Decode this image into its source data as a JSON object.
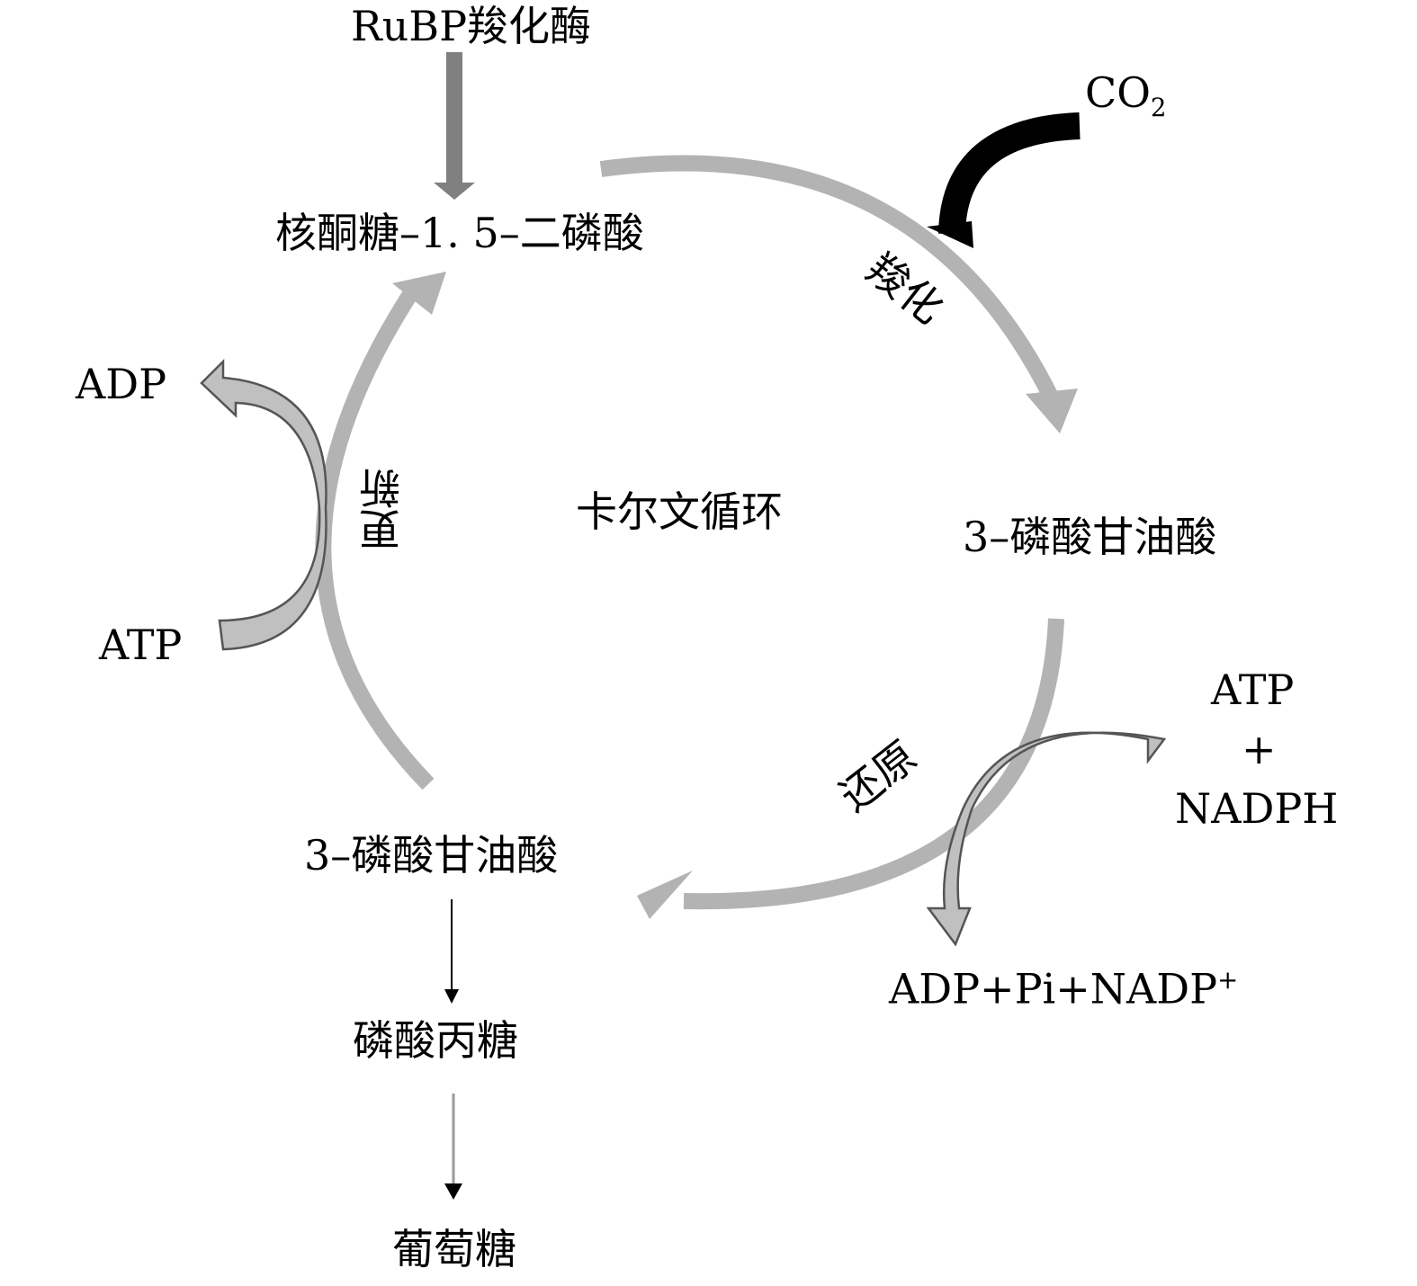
{
  "labels": {
    "enzyme": "RuBP羧化酶",
    "rubp": "核酮糖–1. 5–二磷酸",
    "co2_main": "CO",
    "co2_sub": "2",
    "carboxylation": "羧化",
    "pga_right": "3–磷酸甘油酸",
    "cycle_name": "卡尔文循环",
    "regeneration": "更新",
    "adp_left": "ADP",
    "atp_left": "ATP",
    "atp_right": "ATP",
    "plus": "+",
    "nadph": "NADPH",
    "reduction": "还原",
    "products_main": "ADP+Pi+NADP",
    "products_sup": "+",
    "pga_bottom": "3–磷酸甘油酸",
    "triose_phosphate": "磷酸丙糖",
    "glucose": "葡萄糖"
  },
  "colors": {
    "cycle_arrow": "#b3b3b3",
    "enzyme_arrow": "#808080",
    "co2_arrow": "#000000",
    "side_arrow_fill": "#c0c0c0",
    "side_arrow_stroke": "#555555",
    "text": "#000000"
  },
  "icons": {
    "cycle": "curved-arrow",
    "co2_input": "curved-arrow-black",
    "energy": "curved-block-arrow"
  }
}
